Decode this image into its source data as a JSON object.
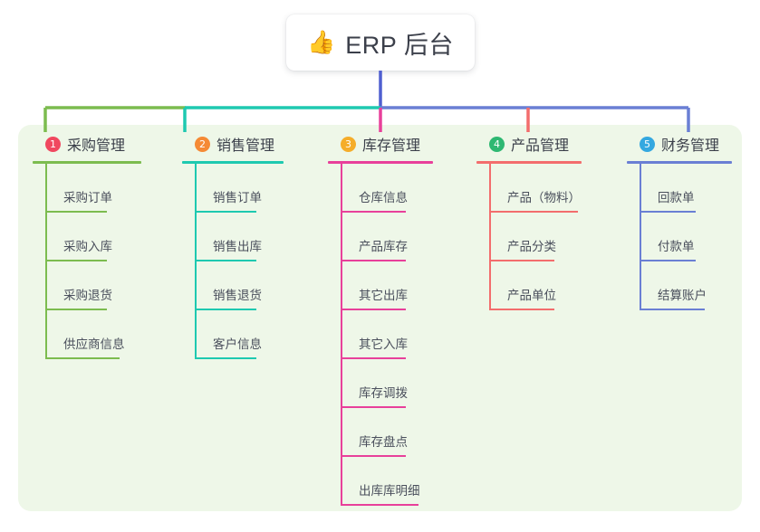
{
  "title": {
    "icon": "thumbs-up-emoji",
    "icon_glyph": "👍",
    "label": "ERP 后台"
  },
  "colors": {
    "panel_background": "#eef7e8",
    "stem": "#4f5fd0",
    "green": "#7cbc4f",
    "teal": "#1ec9b0",
    "pink": "#e8409a",
    "red": "#f36d6d",
    "blue": "#6a7fd4",
    "badge_1": "#f0485f",
    "badge_2": "#f58a35",
    "badge_3": "#f5ad2a",
    "badge_4": "#2eb872",
    "badge_5": "#34a8e0",
    "text": "#3b3f4a"
  },
  "columns": [
    {
      "index": "1",
      "badge_color": "#f0485f",
      "line_color": "#7cbc4f",
      "title": "采购管理",
      "items": [
        {
          "label": "采购订单",
          "rule_width": 68
        },
        {
          "label": "采购入库",
          "rule_width": 68
        },
        {
          "label": "采购退货",
          "rule_width": 68
        },
        {
          "label": "供应商信息",
          "rule_width": 82
        }
      ]
    },
    {
      "index": "2",
      "badge_color": "#f58a35",
      "line_color": "#1ec9b0",
      "title": "销售管理",
      "items": [
        {
          "label": "销售订单",
          "rule_width": 68
        },
        {
          "label": "销售出库",
          "rule_width": 68
        },
        {
          "label": "销售退货",
          "rule_width": 68
        },
        {
          "label": "客户信息",
          "rule_width": 68
        }
      ]
    },
    {
      "index": "3",
      "badge_color": "#f5ad2a",
      "line_color": "#e8409a",
      "title": "库存管理",
      "items": [
        {
          "label": "仓库信息",
          "rule_width": 72
        },
        {
          "label": "产品库存",
          "rule_width": 72
        },
        {
          "label": "其它出库",
          "rule_width": 72
        },
        {
          "label": "其它入库",
          "rule_width": 72
        },
        {
          "label": "库存调拨",
          "rule_width": 72
        },
        {
          "label": "库存盘点",
          "rule_width": 72
        },
        {
          "label": "出库库明细",
          "rule_width": 86
        }
      ]
    },
    {
      "index": "4",
      "badge_color": "#2eb872",
      "line_color": "#f36d6d",
      "title": "产品管理",
      "items": [
        {
          "label": "产品（物料）",
          "rule_width": 98
        },
        {
          "label": "产品分类",
          "rule_width": 72
        },
        {
          "label": "产品单位",
          "rule_width": 72
        }
      ]
    },
    {
      "index": "5",
      "badge_color": "#34a8e0",
      "line_color": "#6a7fd4",
      "title": "财务管理",
      "items": [
        {
          "label": "回款单",
          "rule_width": 62
        },
        {
          "label": "付款单",
          "rule_width": 62
        },
        {
          "label": "结算账户",
          "rule_width": 72
        }
      ]
    }
  ]
}
